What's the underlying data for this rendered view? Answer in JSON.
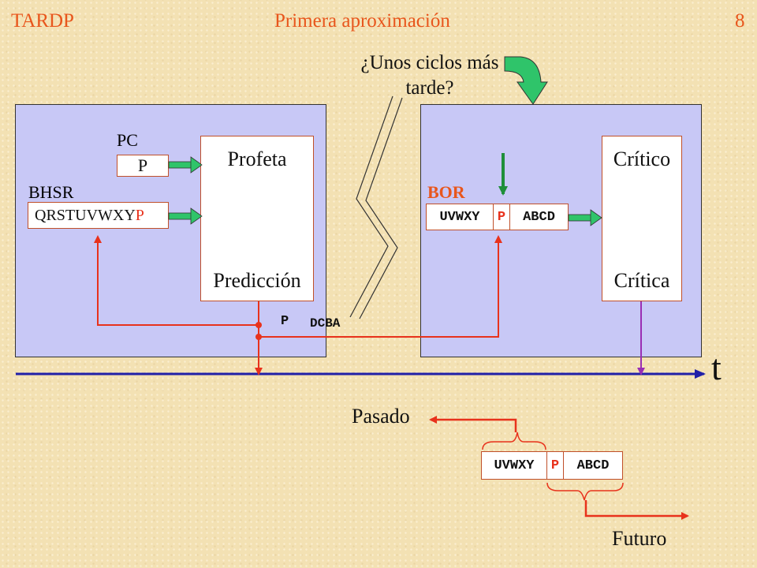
{
  "header": {
    "left": "TARDP",
    "title": "Primera aproximación",
    "page": "8"
  },
  "question": "¿Unos ciclos más tarde?",
  "left_block": {
    "pc_label": "PC",
    "pc_value": "P",
    "bhsr_label": "BHSR",
    "bhsr_value_prefix": "QRSTUVWXY",
    "bhsr_value_last": "P",
    "profeta_title": "Profeta",
    "profeta_output": "Predicción"
  },
  "right_block": {
    "bor_label": "BOR",
    "bor_left": "UVWXY",
    "bor_mid": "P",
    "bor_right": "ABCD",
    "critico_title": "Crítico",
    "critico_output": "Crítica"
  },
  "bus": {
    "p_label": "P",
    "stream_label": "DCBA"
  },
  "timeline": {
    "axis_label": "t"
  },
  "bottom": {
    "past_label": "Pasado",
    "future_label": "Futuro",
    "reg_left": "UVWXY",
    "reg_mid": "P",
    "reg_right": "ABCD"
  },
  "colors": {
    "accent": "#e8561c",
    "panel": "#c8c8f6",
    "wire_red": "#e8321c",
    "arrow_green": "#2fc46a",
    "timeline_blue": "#2020a8",
    "critica_wire": "#9a2fb4"
  }
}
